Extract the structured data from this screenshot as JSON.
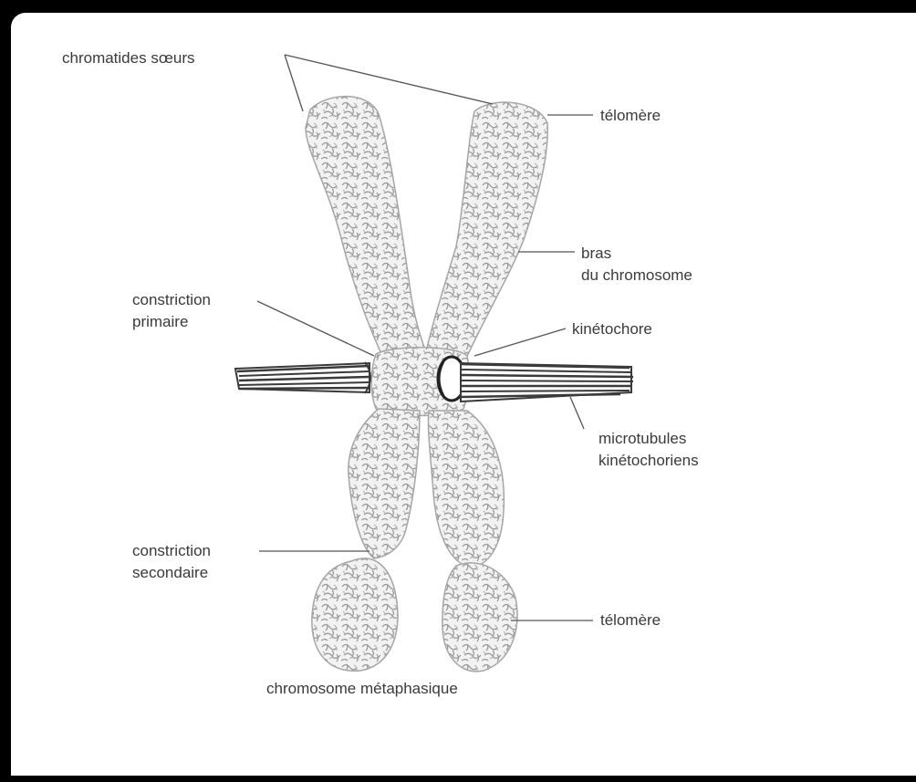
{
  "labels": {
    "sister_chromatids": "chromatides sœurs",
    "telomere_top": "télomère",
    "arm_line1": "bras",
    "arm_line2": "du chromosome",
    "primary_line1": "constriction",
    "primary_line2": "primaire",
    "kinetochore": "kinétochore",
    "microtubules_line1": "microtubules",
    "microtubules_line2": "kinétochoriens",
    "secondary_line1": "constriction",
    "secondary_line2": "secondaire",
    "telomere_bottom": "télomère"
  },
  "title": "chromosome métaphasique",
  "colors": {
    "chromatin": "#b8b8b8",
    "chromatin_texture": "#8a8a8a",
    "microtubule": "#3a3a3a",
    "text": "#3a3a3a",
    "frame": "#000000"
  }
}
